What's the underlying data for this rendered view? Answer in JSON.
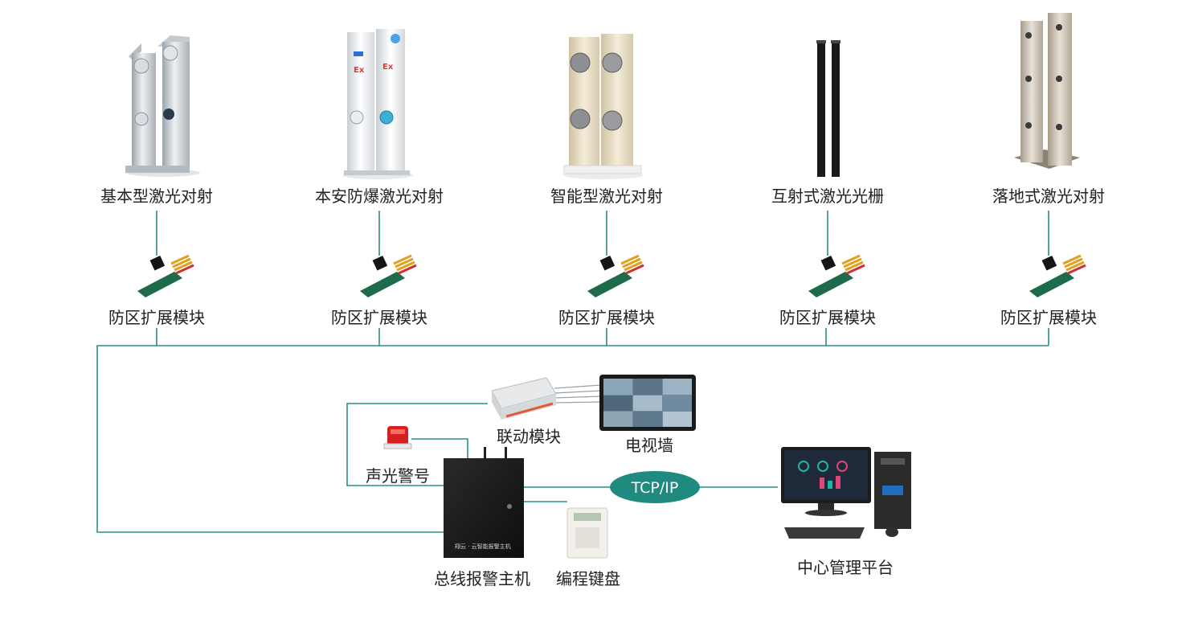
{
  "colors": {
    "line": "#2b8f86",
    "tcp_bubble": "#1f8a80",
    "pcb": "#1d6b4a",
    "host_body": "#1b1b1b"
  },
  "detectors": [
    {
      "label": "基本型激光对射",
      "icon": "basic-laser-beam-icon"
    },
    {
      "label": "本安防爆激光对射",
      "icon": "explosion-proof-laser-beam-icon"
    },
    {
      "label": "智能型激光对射",
      "icon": "smart-laser-beam-icon"
    },
    {
      "label": "互射式激光光栅",
      "icon": "laser-grating-icon"
    },
    {
      "label": "落地式激光对射",
      "icon": "floor-laser-beam-icon"
    }
  ],
  "modules": [
    {
      "label": "防区扩展模块"
    },
    {
      "label": "防区扩展模块"
    },
    {
      "label": "防区扩展模块"
    },
    {
      "label": "防区扩展模块"
    },
    {
      "label": "防区扩展模块"
    }
  ],
  "linkage_module": {
    "label": "联动模块"
  },
  "tv_wall": {
    "label": "电视墙"
  },
  "siren": {
    "label": "声光警号"
  },
  "host": {
    "label": "总线报警主机",
    "badge": "翔云 · 云智能报警主机"
  },
  "keyboard": {
    "label": "编程键盘"
  },
  "network": {
    "label": "TCP/IP"
  },
  "center": {
    "label": "中心管理平台"
  }
}
